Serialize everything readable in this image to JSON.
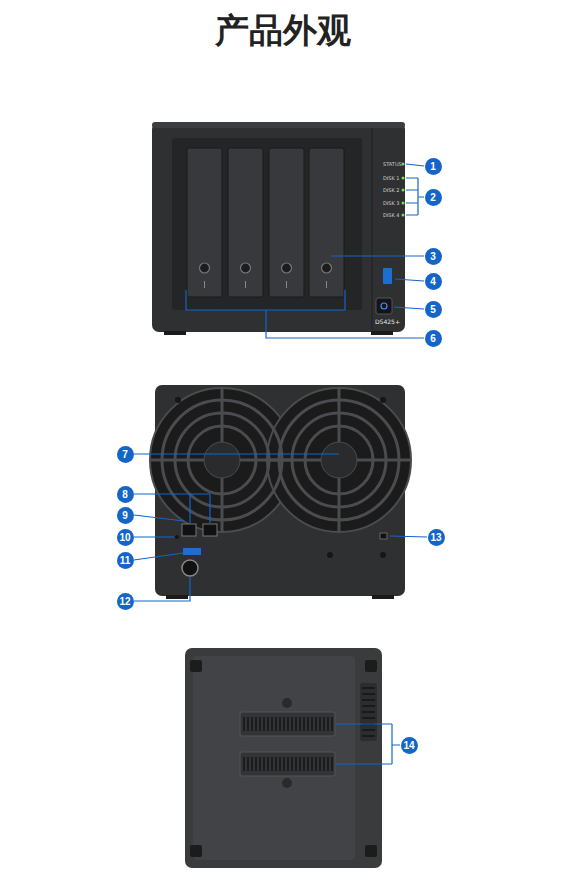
{
  "diagram": {
    "title": "产品外观",
    "labels": [
      "STATUS",
      "1",
      "DISK 1",
      "DISK 2",
      "DISK 3",
      "DISK 4",
      "2",
      "3",
      "4",
      "5",
      "DS425+",
      "6",
      "7",
      "8",
      "9",
      "10",
      "11",
      "13",
      "12",
      "14"
    ]
  }
}
